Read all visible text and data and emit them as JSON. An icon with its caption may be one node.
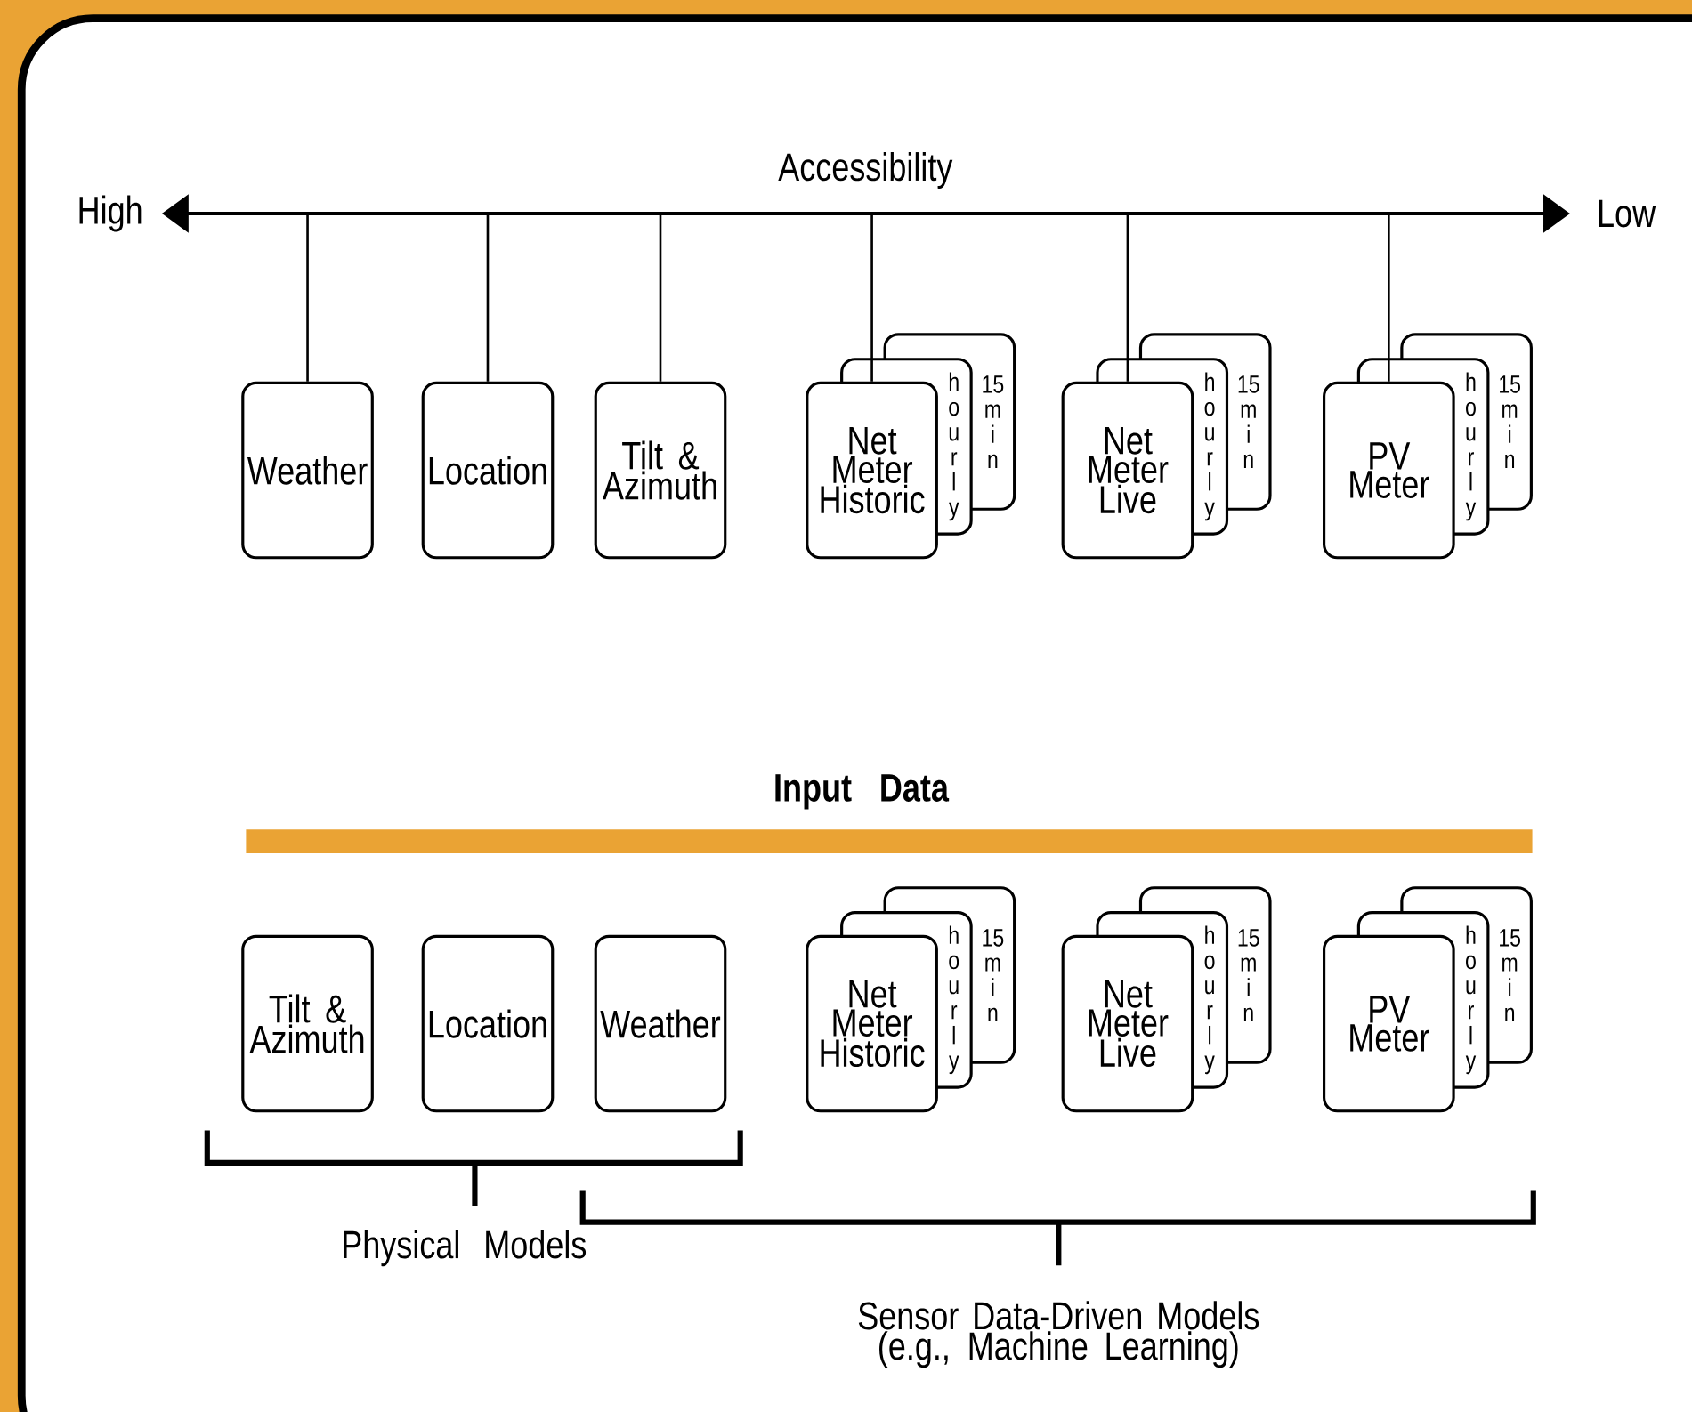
{
  "diagram": {
    "nodes": [
      {
        "text": [
          "Weather"
        ]
      },
      {
        "text": [
          "Location"
        ]
      },
      {
        "text": [
          "Tilt & Azimuth"
        ]
      },
      {
        "text": [
          "Net Meter Historic"
        ]
      },
      {
        "text": [
          "hourly"
        ]
      },
      {
        "text": [
          "15 min"
        ]
      },
      {
        "text": [
          "Net Meter Live"
        ]
      },
      {
        "text": [
          "hourly"
        ]
      },
      {
        "text": [
          "15 min"
        ]
      },
      {
        "text": [
          "PV Meter"
        ]
      },
      {
        "text": [
          "hourly"
        ]
      },
      {
        "text": [
          "15 min"
        ]
      },
      {
        "text": [
          "Tilt & Azimuth"
        ]
      },
      {
        "text": [
          "Location"
        ]
      },
      {
        "text": [
          "Weather"
        ]
      },
      {
        "text": [
          "Net Meter Historic"
        ]
      },
      {
        "text": [
          "hourly"
        ]
      },
      {
        "text": [
          "15 min"
        ]
      },
      {
        "text": [
          "Net Meter Live"
        ]
      },
      {
        "text": [
          "hourly"
        ]
      },
      {
        "text": [
          "15 min"
        ]
      },
      {
        "text": [
          "PV Meter"
        ]
      },
      {
        "text": [
          "hourly"
        ]
      },
      {
        "text": [
          "15 min"
        ]
      },
      {
        "text": [],
        "shape": "bar"
      }
    ],
    "edges": [
      {
        "from": null,
        "to": 0,
        "arrow": "none"
      },
      {
        "from": null,
        "to": 1,
        "arrow": "none"
      },
      {
        "from": null,
        "to": 2,
        "arrow": "none"
      },
      {
        "from": null,
        "to": 3,
        "arrow": "none"
      },
      {
        "from": null,
        "to": 6,
        "arrow": "none"
      },
      {
        "from": null,
        "to": 9,
        "arrow": "none"
      }
    ],
    "labels": [
      "Accessibility",
      "High",
      "Low",
      "Input Data",
      "Physical Models",
      "Sensor Data-Driven Models (e.g., Machine Learning)"
    ]
  }
}
